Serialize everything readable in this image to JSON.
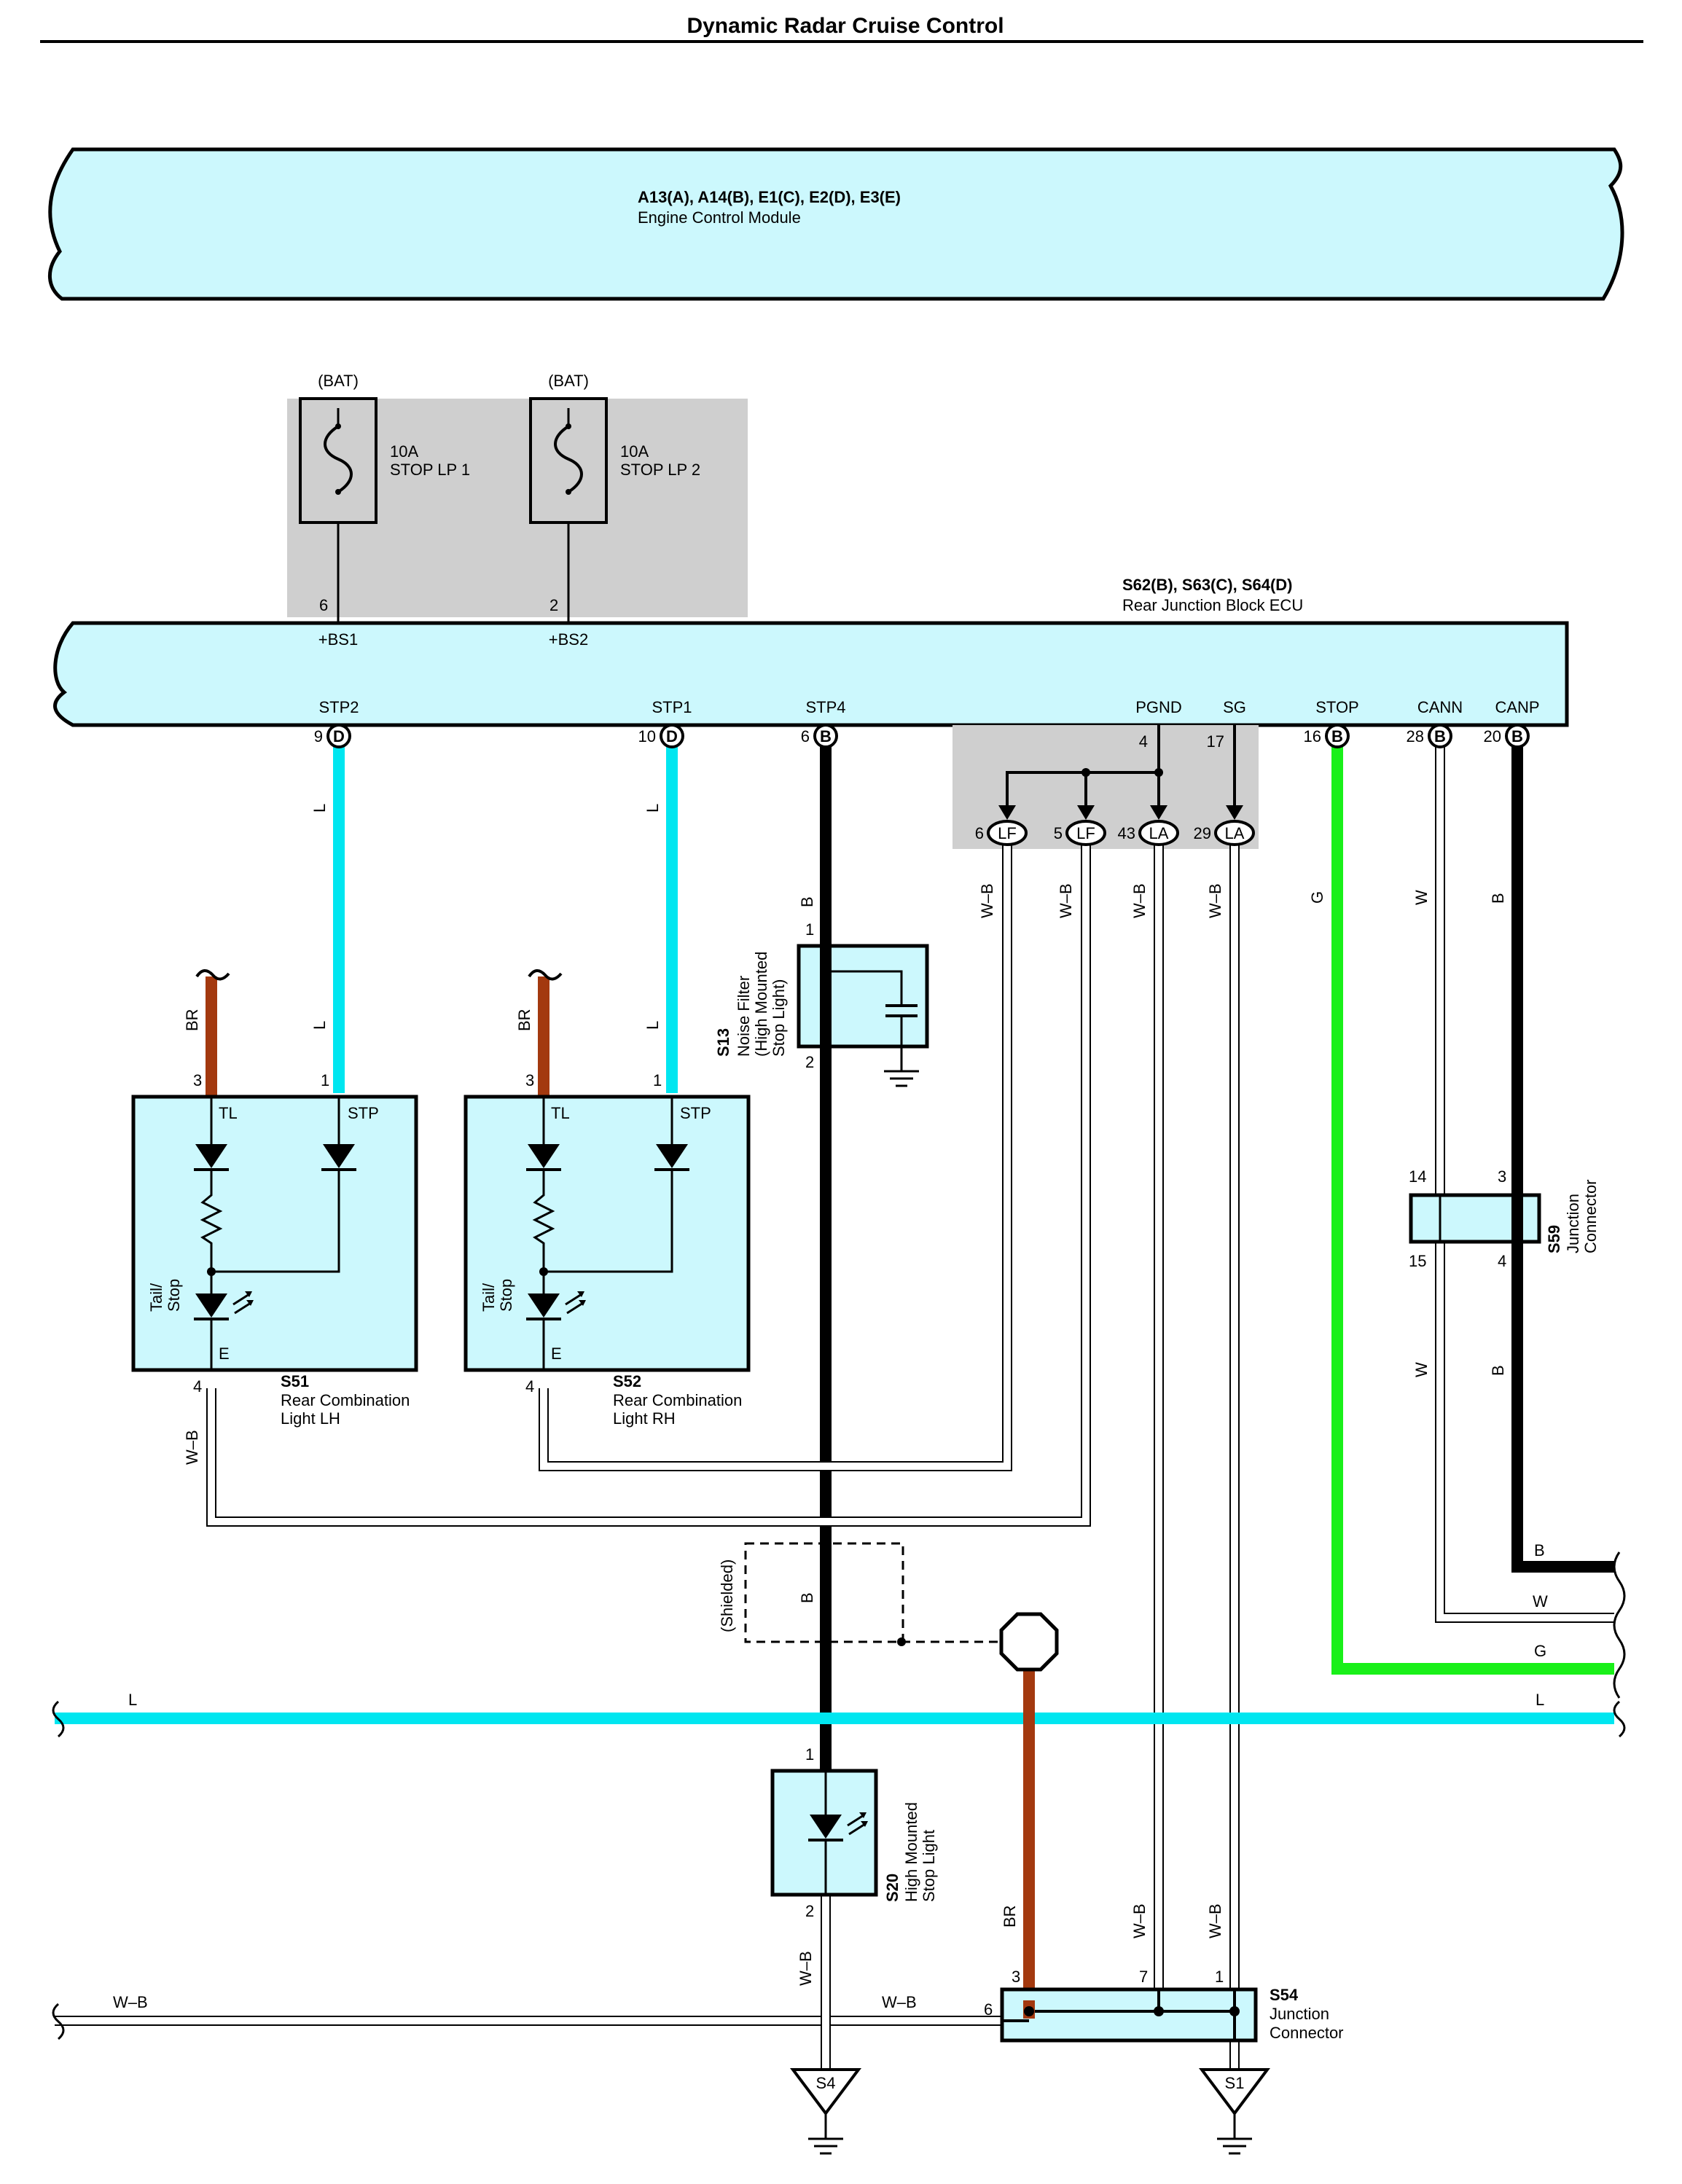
{
  "title": "Dynamic Radar Cruise Control",
  "colors": {
    "module_fill": "#ccf8fd",
    "shade": "#cfcfcf",
    "wire_L": "#00e6f0",
    "wire_BR": "#a3390f",
    "wire_G": "#19f019",
    "wire_B": "#000000",
    "wire_W": "#ffffff"
  },
  "ecm": {
    "code": "A13(A), A14(B), E1(C), E2(D), E3(E)",
    "name": "Engine Control Module"
  },
  "fuses": [
    {
      "supply": "(BAT)",
      "rating": "10A",
      "name": "STOP LP 1",
      "pin": "6",
      "terminal": "+BS1"
    },
    {
      "supply": "(BAT)",
      "rating": "10A",
      "name": "STOP LP 2",
      "pin": "2",
      "terminal": "+BS2"
    }
  ],
  "rjb": {
    "code": "S62(B), S63(C), S64(D)",
    "name": "Rear Junction Block ECU",
    "terminals": [
      {
        "name": "STP2",
        "pin": "9",
        "conn": "D"
      },
      {
        "name": "STP1",
        "pin": "10",
        "conn": "D"
      },
      {
        "name": "STP4",
        "pin": "6",
        "conn": "B"
      },
      {
        "name": "PGND",
        "pin": "4",
        "conn": ""
      },
      {
        "name": "SG",
        "pin": "17",
        "conn": ""
      },
      {
        "name": "STOP",
        "pin": "16",
        "conn": "B"
      },
      {
        "name": "CANN",
        "pin": "28",
        "conn": "B"
      },
      {
        "name": "CANP",
        "pin": "20",
        "conn": "B"
      }
    ]
  },
  "grounds_conn": [
    {
      "pin": "6",
      "conn": "LF"
    },
    {
      "pin": "5",
      "conn": "LF"
    },
    {
      "pin": "43",
      "conn": "LA"
    },
    {
      "pin": "29",
      "conn": "LA"
    }
  ],
  "wire_labels": {
    "L": "L",
    "BR": "BR",
    "B": "B",
    "WB": "W–B",
    "W": "W",
    "G": "G",
    "shielded": "(Shielded)"
  },
  "s51": {
    "code": "S51",
    "name1": "Rear Combination",
    "name2": "Light LH",
    "pin_tl": "3",
    "pin_stp": "1",
    "pin_e": "4",
    "tl": "TL",
    "stp": "STP",
    "e": "E",
    "lamp1": "Tail/",
    "lamp2": "Stop"
  },
  "s52": {
    "code": "S52",
    "name1": "Rear Combination",
    "name2": "Light RH",
    "pin_tl": "3",
    "pin_stp": "1",
    "pin_e": "4",
    "tl": "TL",
    "stp": "STP",
    "e": "E",
    "lamp1": "Tail/",
    "lamp2": "Stop"
  },
  "s13": {
    "code": "S13",
    "name1": "Noise Filter",
    "name2": "(High Mounted",
    "name3": "Stop Light)",
    "pin_in": "1",
    "pin_out": "2"
  },
  "s20": {
    "code": "S20",
    "name1": "High Mounted",
    "name2": "Stop Light",
    "pin_in": "1",
    "pin_out": "2"
  },
  "s59": {
    "code": "S59",
    "name1": "Junction",
    "name2": "Connector",
    "pins": [
      "14",
      "3",
      "15",
      "4"
    ]
  },
  "s54": {
    "code": "S54",
    "name1": "Junction",
    "name2": "Connector",
    "pins": [
      "3",
      "7",
      "1",
      "6"
    ]
  },
  "grounds": [
    "S4",
    "S1"
  ]
}
